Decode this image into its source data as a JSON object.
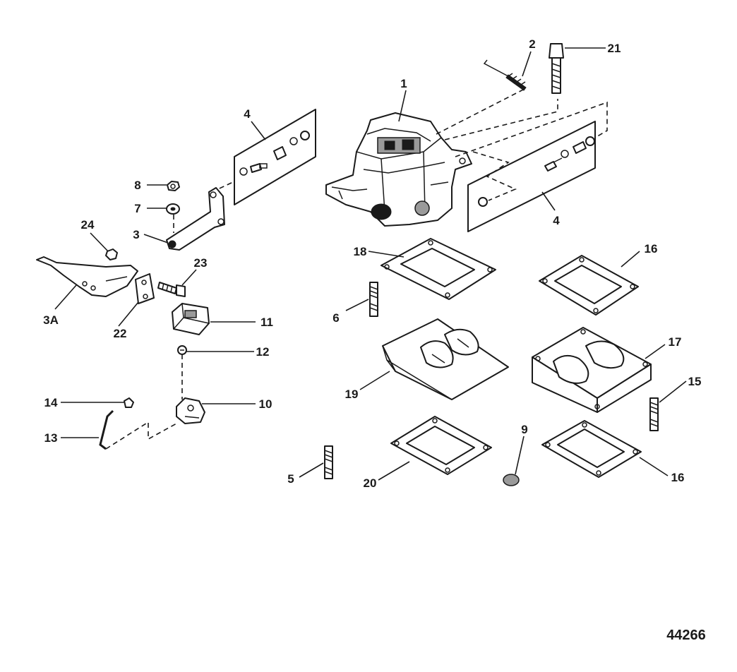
{
  "figure_number": "44266",
  "callouts": {
    "c1": "1",
    "c2": "2",
    "c21": "21",
    "c4a": "4",
    "c4b": "4",
    "c8": "8",
    "c7": "7",
    "c3": "3",
    "c24": "24",
    "c23": "23",
    "c3a": "3A",
    "c22": "22",
    "c11": "11",
    "c12": "12",
    "c14": "14",
    "c10": "10",
    "c13": "13",
    "c18": "18",
    "c16a": "16",
    "c6": "6",
    "c19": "19",
    "c17": "17",
    "c15": "15",
    "c9": "9",
    "c5": "5",
    "c20": "20",
    "c16b": "16"
  }
}
